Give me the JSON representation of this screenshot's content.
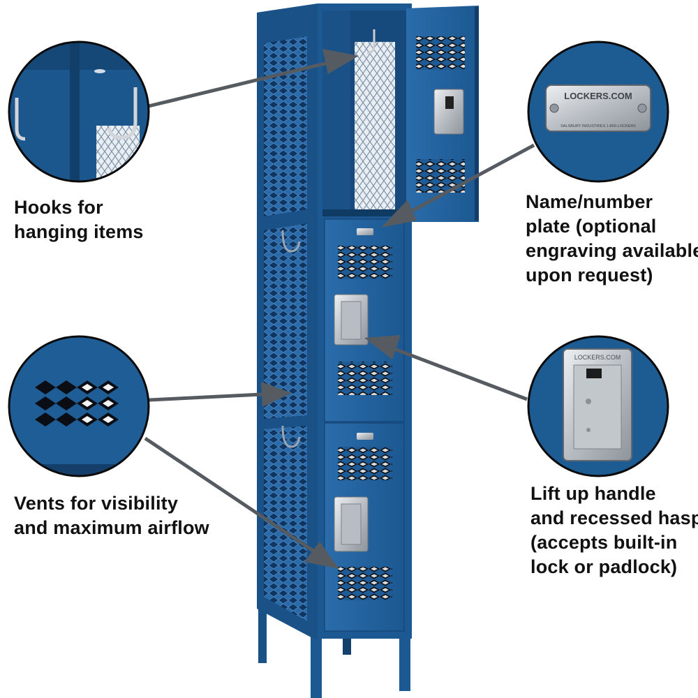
{
  "captions": {
    "hooks": [
      "Hooks for",
      "hanging items"
    ],
    "plate": [
      "Name/number",
      "plate (optional",
      "engraving available",
      "upon request)"
    ],
    "vents": [
      "Vents for visibility",
      "and maximum airflow"
    ],
    "handle": [
      "Lift up handle",
      "and recessed hasp",
      "(accepts built-in",
      "lock or padlock)"
    ]
  },
  "plate_text": {
    "brand": "LOCKERS.COM",
    "small": "SALSBURY INDUSTRIES    1-800-LOCKERS"
  },
  "handle_text": "LOCKERS.COM",
  "colors": {
    "locker_blue": "#1f5c96",
    "locker_dark": "#123d6b",
    "locker_light": "#3a7bb8",
    "steel": "#c9ccd0",
    "callout_arrow": "#555b60"
  }
}
